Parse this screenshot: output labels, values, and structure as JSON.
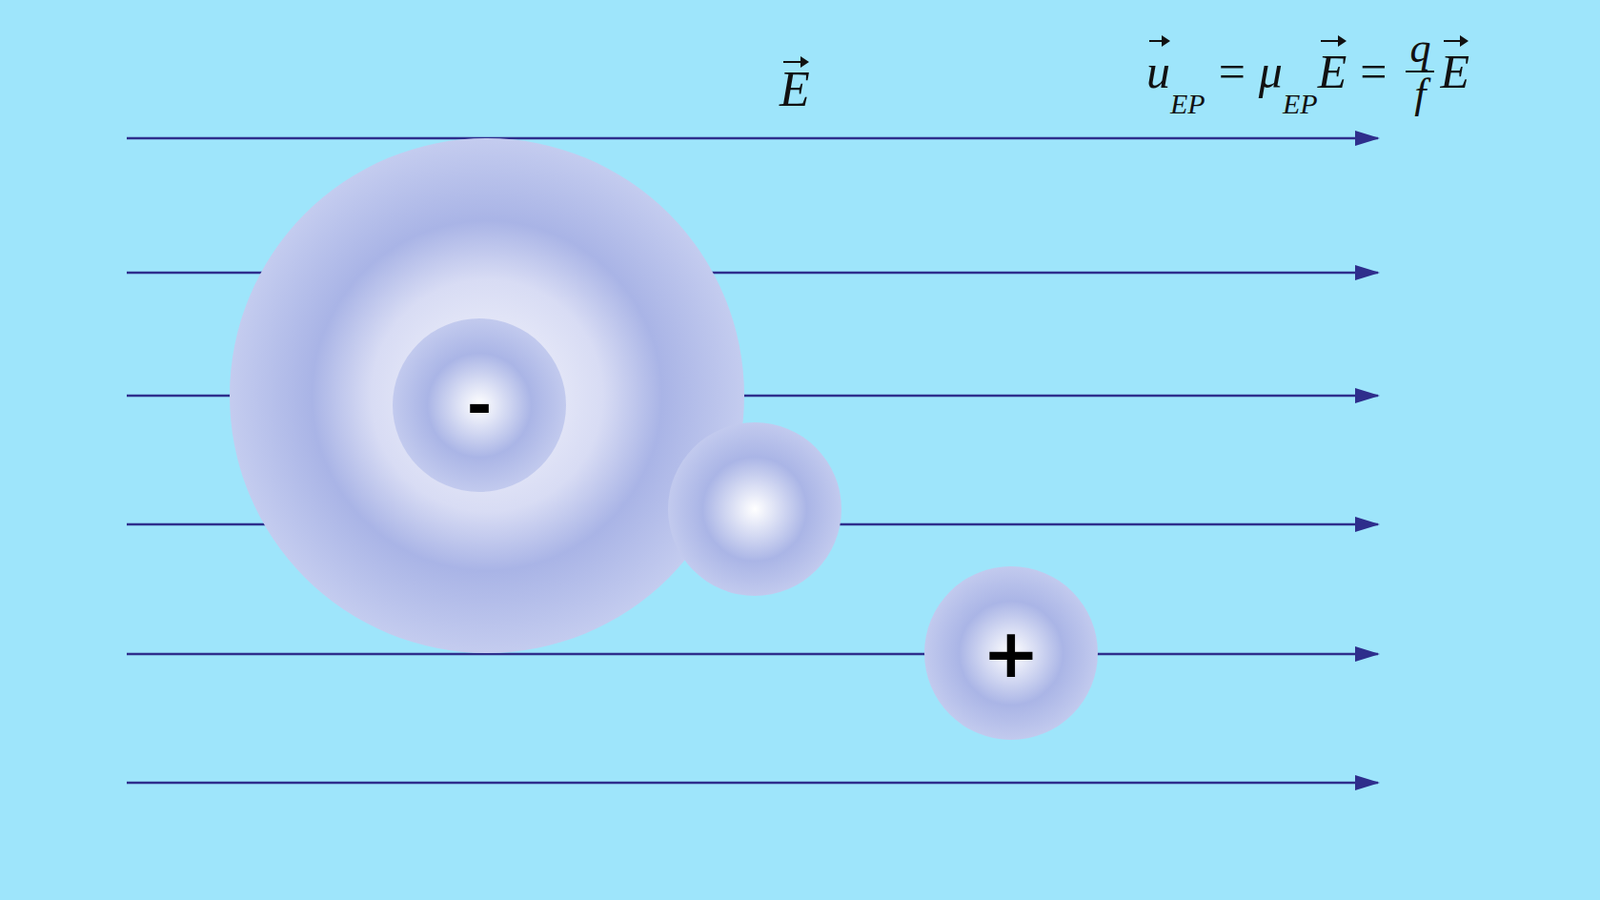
{
  "diagram": {
    "nodes": [
      {
        "text": [
          "-"
        ]
      },
      {
        "text": [
          "+"
        ]
      }
    ],
    "labels": [
      "E",
      "u",
      "EP",
      "=",
      "μ",
      "EP",
      "E",
      "=",
      "q",
      "f",
      "E"
    ]
  }
}
